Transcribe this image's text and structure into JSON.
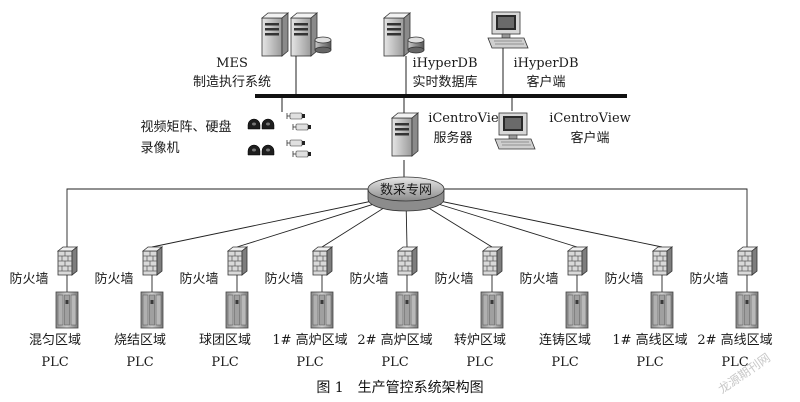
{
  "top": {
    "mes": {
      "line1": "MES",
      "line2": "制造执行系统"
    },
    "db": {
      "line1": "iHyperDB",
      "line2": "实时数据库"
    },
    "dbclient": {
      "line1": "iHyperDB",
      "line2": "客户端"
    },
    "video": {
      "line1": "视频矩阵、硬盘",
      "line2": "录像机"
    },
    "cvserver": {
      "line1": "iCentroView",
      "line2": "服务器"
    },
    "cvclient": {
      "line1": "iCentroView",
      "line2": "客户端"
    }
  },
  "network": {
    "label": "数采专网"
  },
  "firewall_label": "防火墙",
  "plc_label": "PLC",
  "areas": [
    "混匀区域",
    "烧结区域",
    "球团区域",
    "1# 高炉区域",
    "2# 高炉区域",
    "转炉区域",
    "连铸区域",
    "1# 高线区域",
    "2# 高线区域"
  ],
  "caption": "图 1　生产管控系统架构图",
  "watermark": "龙源期刊网"
}
